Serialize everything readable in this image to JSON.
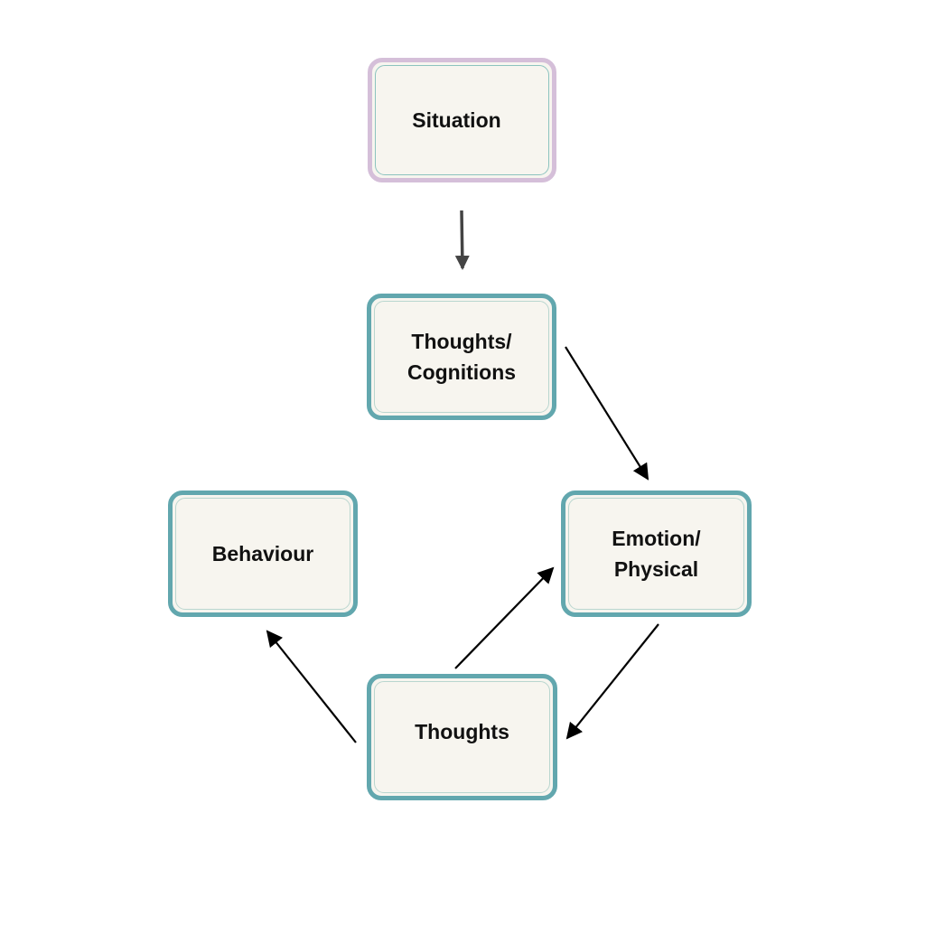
{
  "diagram": {
    "type": "flow-cycle",
    "nodes": {
      "situation": {
        "label": "Situation"
      },
      "thoughts_cognitions": {
        "label": "Thoughts/\nCognitions"
      },
      "emotion_physical": {
        "label": "Emotion/\nPhysical"
      },
      "behaviour": {
        "label": "Behaviour"
      },
      "thoughts": {
        "label": "Thoughts"
      }
    },
    "edges": [
      {
        "from": "Situation",
        "to": "Thoughts/Cognitions"
      },
      {
        "from": "Thoughts/Cognitions",
        "to": "Emotion/Physical"
      },
      {
        "from": "Emotion/Physical",
        "to": "Thoughts"
      },
      {
        "from": "Thoughts",
        "to": "Emotion/Physical"
      },
      {
        "from": "Thoughts",
        "to": "Behaviour"
      }
    ],
    "colors": {
      "node_border": "#62a7ae",
      "situation_border": "#d5bfd9",
      "node_fill": "#f7f5ef",
      "arrow": "#000000",
      "arrow_situation": "#444444"
    }
  }
}
